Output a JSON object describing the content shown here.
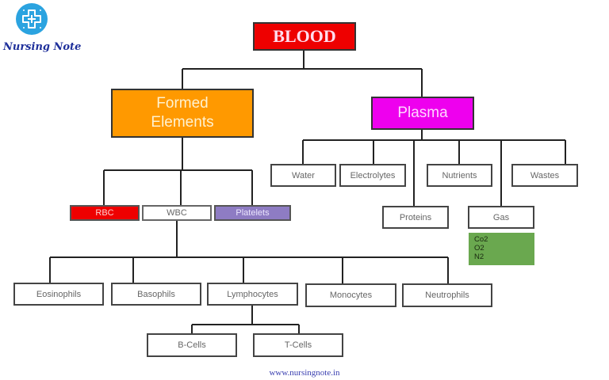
{
  "logo": {
    "icon": "medical-cross-icon",
    "text": "Nursing Note"
  },
  "colors": {
    "blood": "#ee0000",
    "formed": "#ff9900",
    "plasma": "#ee00ee",
    "rbc": "#ee0000",
    "platelets": "#8e7cc3",
    "gas_box": "#6aa84f"
  },
  "root": {
    "label": "BLOOD"
  },
  "formed": {
    "label_line1": "Formed",
    "label_line2": "Elements"
  },
  "plasma": {
    "label": "Plasma"
  },
  "formed_children": {
    "rbc": "RBC",
    "wbc": "WBC",
    "platelets": "Platelets"
  },
  "plasma_children": {
    "water": "Water",
    "electrolytes": "Electrolytes",
    "proteins": "Proteins",
    "nutrients": "Nutrients",
    "gas": "Gas",
    "wastes": "Wastes"
  },
  "gas_items": [
    "Co2",
    "O2",
    "N2"
  ],
  "wbc_children": {
    "eosinophils": "Eosinophils",
    "basophils": "Basophils",
    "lymphocytes": "Lymphocytes",
    "monocytes": "Monocytes",
    "neutrophils": "Neutrophils"
  },
  "lymph_children": {
    "bcells": "B-Cells",
    "tcells": "T-Cells"
  },
  "footer": {
    "url": "www.nursingnote.in"
  }
}
